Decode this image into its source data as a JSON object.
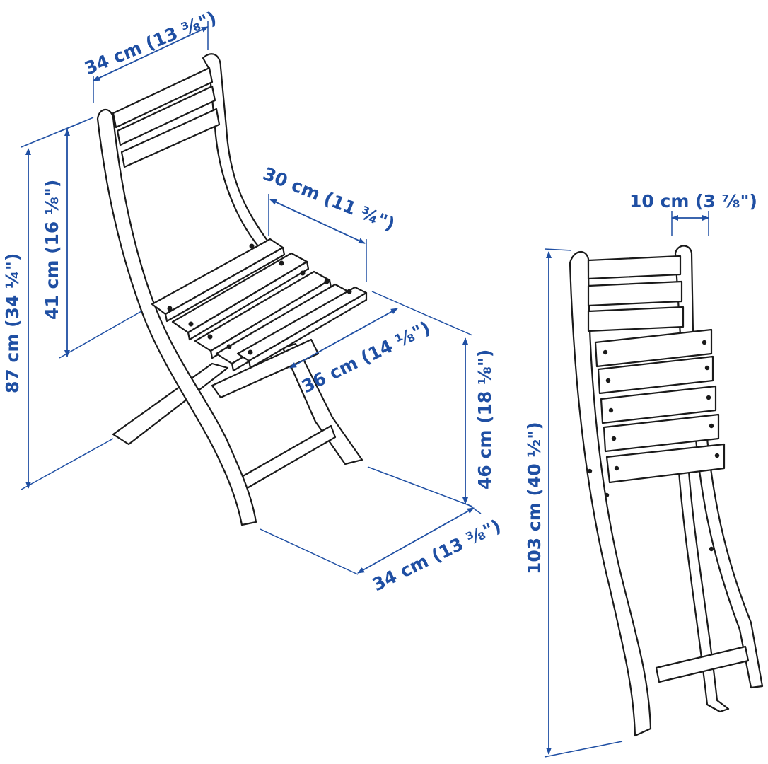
{
  "dimensions": {
    "back_width": "34 cm (13 ⅜\")",
    "seat_depth": "30 cm (11 ¾\")",
    "total_height": "87 cm (34 ¼\")",
    "backrest_height": "41 cm (16 ⅛\")",
    "seat_width": "36 cm (14 ⅛\")",
    "seat_height": "46 cm (18 ⅛\")",
    "footprint_width": "34 cm (13 ⅜\")",
    "folded_depth": "10 cm (3 ⅞\")",
    "folded_height": "103 cm (40 ½\")"
  },
  "colors": {
    "dimension": "#1f4fa3",
    "outline": "#1a1a1a"
  }
}
